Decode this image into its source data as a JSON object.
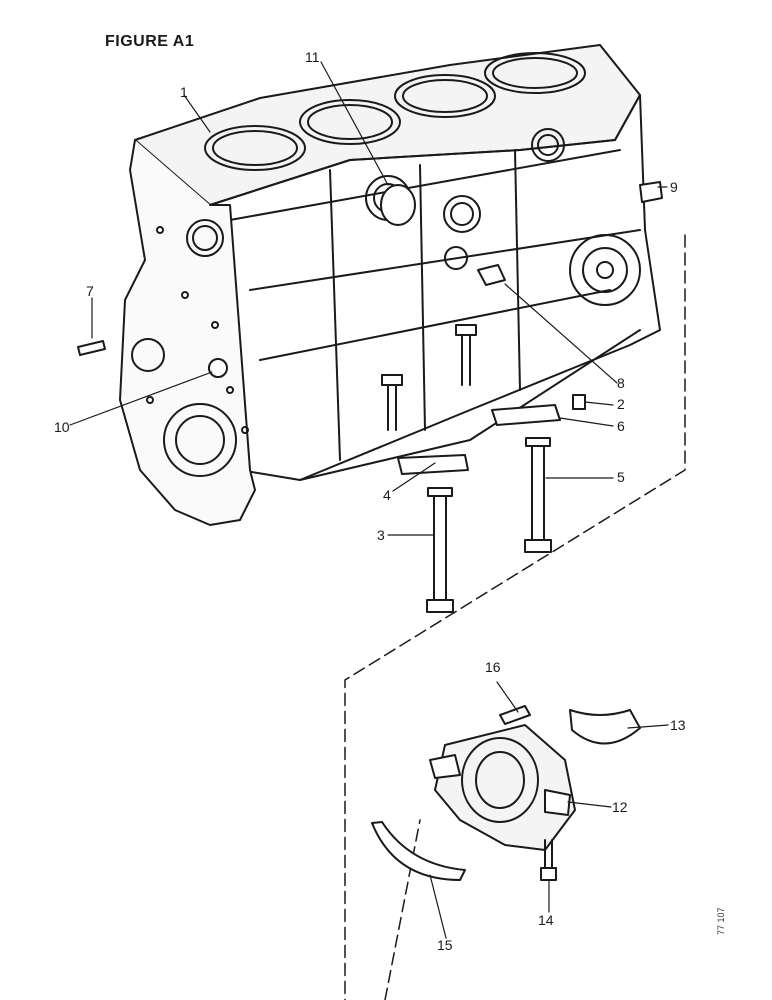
{
  "figure": {
    "title": "FIGURE A1",
    "ref_code": "77 107"
  },
  "callouts": [
    {
      "id": "c1",
      "text": "1"
    },
    {
      "id": "c2",
      "text": "2"
    },
    {
      "id": "c3",
      "text": "3"
    },
    {
      "id": "c4",
      "text": "4"
    },
    {
      "id": "c5",
      "text": "5"
    },
    {
      "id": "c6",
      "text": "6"
    },
    {
      "id": "c7",
      "text": "7"
    },
    {
      "id": "c8",
      "text": "8"
    },
    {
      "id": "c9",
      "text": "9"
    },
    {
      "id": "c10",
      "text": "10"
    },
    {
      "id": "c11",
      "text": "11"
    },
    {
      "id": "c12",
      "text": "12"
    },
    {
      "id": "c13",
      "text": "13"
    },
    {
      "id": "c14",
      "text": "14"
    },
    {
      "id": "c15",
      "text": "15"
    },
    {
      "id": "c16",
      "text": "16"
    }
  ],
  "colors": {
    "ink": "#1a1a1a",
    "paper": "#ffffff"
  }
}
